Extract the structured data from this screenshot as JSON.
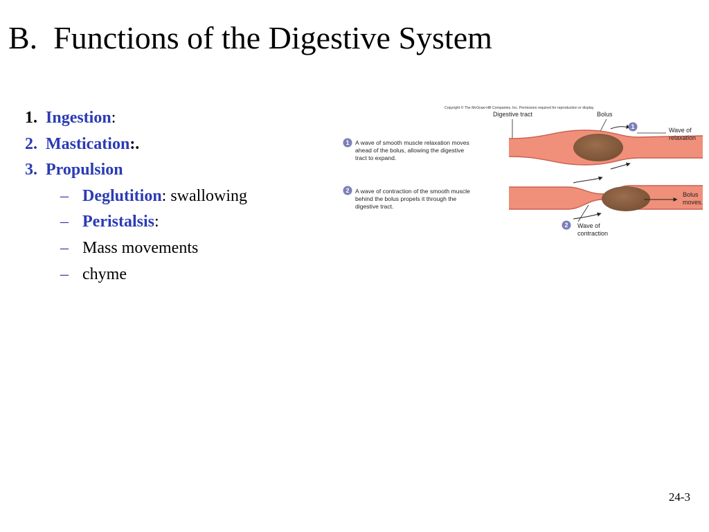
{
  "slide": {
    "title": "B.  Functions of the Digestive System",
    "page_number": "24-3"
  },
  "list": {
    "item1": {
      "number": "1.",
      "term": "Ingestion",
      "rest": ":"
    },
    "item2": {
      "number": "2.",
      "term": "Mastication",
      "rest": ":."
    },
    "item3": {
      "number": "3.",
      "term": "Propulsion"
    },
    "subitems": [
      {
        "dash": "–",
        "term": "Deglutition",
        "rest": ": swallowing"
      },
      {
        "dash": "–",
        "term": "Peristalsis",
        "rest": ":"
      },
      {
        "dash": "–",
        "text": "Mass movements"
      },
      {
        "dash": "–",
        "text": "chyme"
      }
    ]
  },
  "figure": {
    "copyright": "Copyright © The McGraw-Hill Companies, Inc. Permission required for reproduction or display.",
    "label_digestive_tract": "Digestive tract",
    "label_bolus": "Bolus",
    "step1": {
      "number": "1",
      "lines": [
        "A wave of smooth muscle relaxation moves",
        "ahead of the bolus, allowing the digestive",
        "tract to expand."
      ]
    },
    "step2": {
      "number": "2",
      "lines": [
        "A wave of contraction of the smooth muscle",
        "behind the bolus propels it through the",
        "digestive tract."
      ]
    },
    "label_wave_relaxation": [
      "Wave of",
      "relaxation"
    ],
    "label_bolus_moves": [
      "Bolus",
      "moves."
    ],
    "label_wave_contraction": [
      "Wave of",
      "contraction"
    ],
    "colors": {
      "tract_fill": "#f0907a",
      "tract_edge": "#c95f4f",
      "bolus": "#7a5236",
      "step_badge": "#7b7fb8"
    }
  }
}
